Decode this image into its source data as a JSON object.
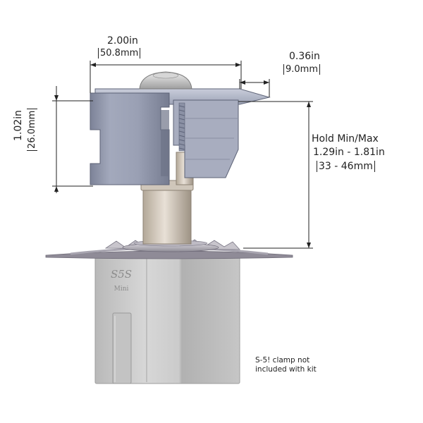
{
  "dimensions": {
    "width": {
      "in": "2.00in",
      "mm": "50.8mm"
    },
    "lip": {
      "in": "0.36in",
      "mm": "9.0mm"
    },
    "height": {
      "in": "1.02in",
      "mm": "26.0mm"
    },
    "hold": {
      "title": "Hold Min/Max",
      "in": "1.29in - 1.81in",
      "mm": "33 - 46mm"
    }
  },
  "clamp_marking": {
    "brand": "S5S",
    "model": "Mini"
  },
  "note": {
    "line1": "S-5! clamp not",
    "line2": "included with kit"
  },
  "colors": {
    "bracket_top": "#b4b9c9",
    "bracket_body": "#9aa0b4",
    "bracket_dark": "#6c7286",
    "post": "#d8cec2",
    "post_shadow": "#a69b8d",
    "base_clamp": "#cfcfcf",
    "base_shadow": "#a9a9a9",
    "dimension_line": "#222222"
  }
}
